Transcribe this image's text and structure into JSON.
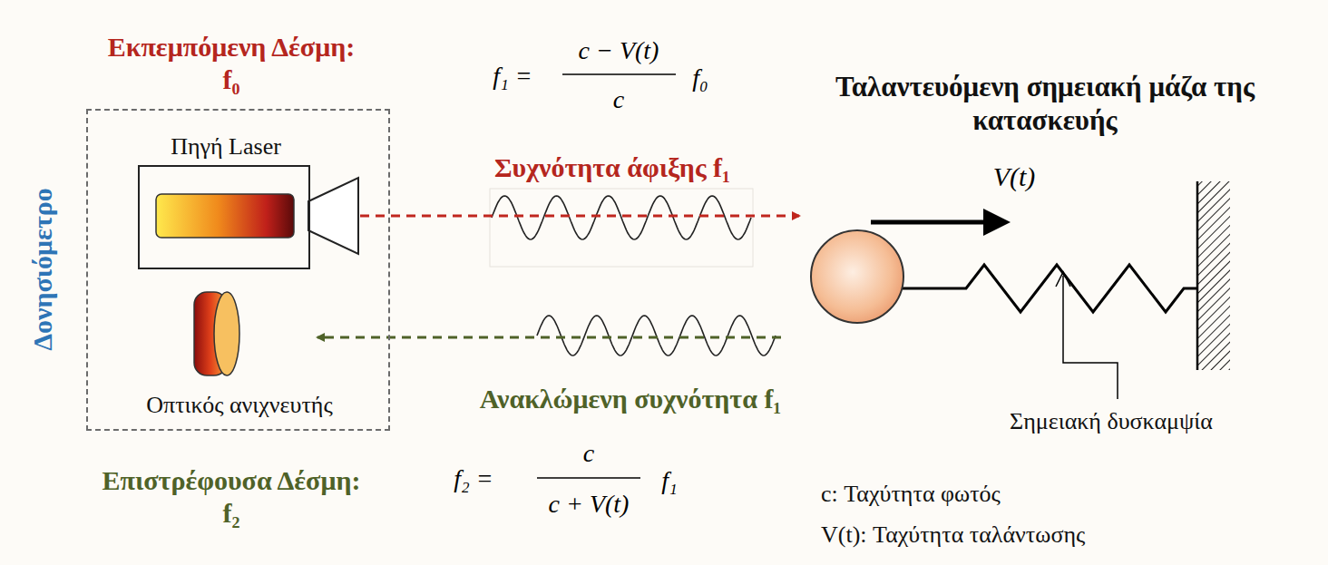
{
  "diagram": {
    "nodes": [
      {
        "text": [
          "Δονησιόμετρο",
          "Οπτικός ανιχνευτής"
        ]
      },
      {
        "text": [
          "Πηγή Laser"
        ],
        "in": 0
      },
      {
        "text": [
          "Ταλαντευόμενη σημειακή μάζα της κατασκευής"
        ]
      }
    ],
    "edges": [
      {
        "from": 1,
        "to": 2,
        "arrow": "to",
        "label": "Συχνότητα άφιξης f₁"
      },
      {
        "from": 2,
        "to": 0,
        "arrow": "to",
        "label": "Ανακλώμενη συχνότητα f₁"
      }
    ],
    "labels": [
      "Εκπεμπόμενη Δέσμη: f₀",
      "f₁ =",
      "c − V(t)",
      "c",
      "f₀",
      "V(t)",
      "Σημειακή δυσκαμψία",
      "Επιστρέφουσα Δέσμη: f₂",
      "f₂ =",
      "c",
      "c + V(t)",
      "f₁",
      "c: Ταχύτητα φωτός",
      "V(t): Ταχύτητα ταλάντωσης"
    ]
  }
}
